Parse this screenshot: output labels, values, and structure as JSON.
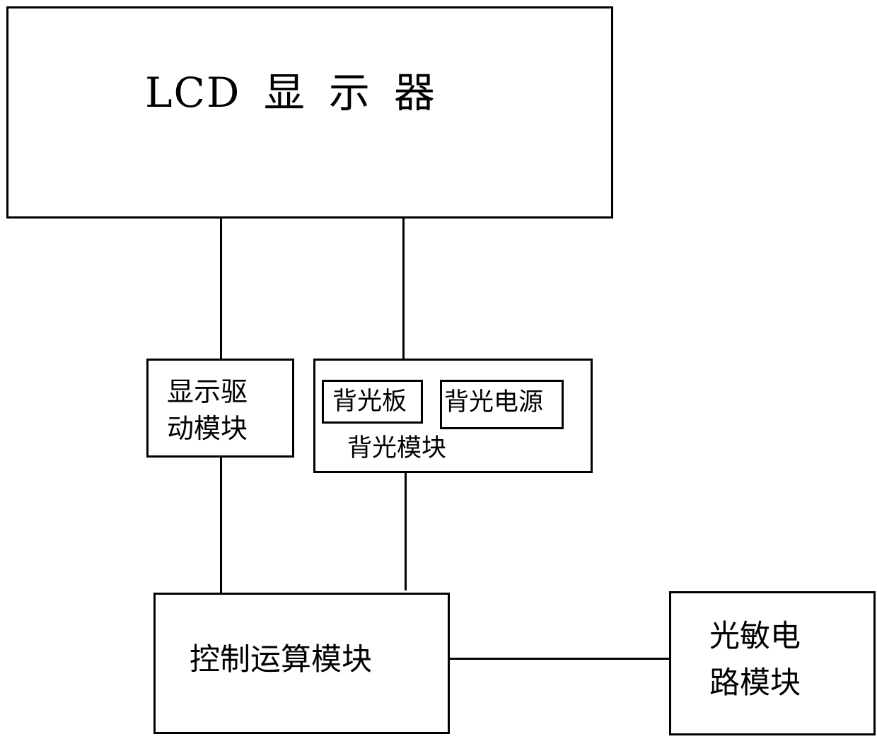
{
  "lcd_display": {
    "label_latin": "LCD",
    "label_cjk": "显示器"
  },
  "display_driver": {
    "line1": "显示驱",
    "line2": "动模块"
  },
  "backlight_module": {
    "label": "背光模块",
    "backlight_panel": "背光板",
    "backlight_power": "背光电源"
  },
  "control_module": {
    "label": "控制运算模块"
  },
  "photosensitive_module": {
    "line1": "光敏电",
    "line2": "路模块"
  }
}
